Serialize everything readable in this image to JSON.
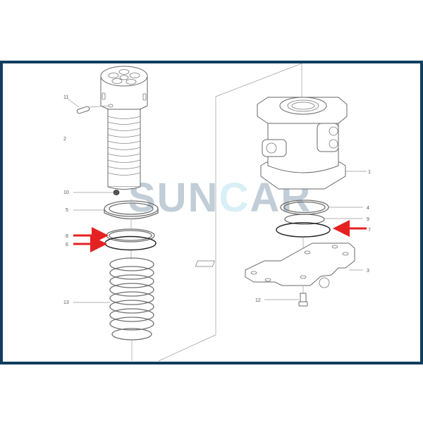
{
  "diagram": {
    "type": "exploded-parts-diagram",
    "subject": "center swivel joint assembly",
    "frame_color": "#0f3d5e",
    "highlight_arrow_color": "#e52222",
    "watermark": {
      "text_before": "SUN",
      "text_highlight": "C",
      "text_after": "AR",
      "color": "#8fa6b8",
      "highlight_color": "#8ccfe6"
    },
    "labels": [
      {
        "id": "11",
        "text": "11",
        "part": "pin"
      },
      {
        "id": "2",
        "text": "2",
        "part": "rotor shaft"
      },
      {
        "id": "10",
        "text": "10",
        "part": "plug"
      },
      {
        "id": "5",
        "text": "5",
        "part": "seal"
      },
      {
        "id": "8",
        "text": "8",
        "part": "ring",
        "highlighted": true
      },
      {
        "id": "6",
        "text": "6",
        "part": "o-ring",
        "highlighted": true
      },
      {
        "id": "13",
        "text": "13",
        "part": "seal set"
      },
      {
        "id": "1",
        "text": "1",
        "part": "body"
      },
      {
        "id": "4",
        "text": "4",
        "part": "ring"
      },
      {
        "id": "9",
        "text": "9",
        "part": "snap ring"
      },
      {
        "id": "7",
        "text": "7",
        "part": "o-ring",
        "highlighted": true
      },
      {
        "id": "3",
        "text": "3",
        "part": "cover plate"
      },
      {
        "id": "12",
        "text": "12",
        "part": "bolt"
      }
    ]
  }
}
